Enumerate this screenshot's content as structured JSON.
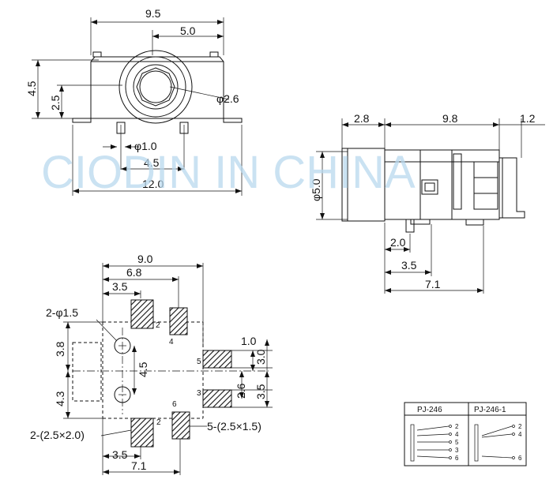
{
  "watermark": "CIODIN IN CHINA",
  "front_view": {
    "dims": [
      "9.5",
      "5.0",
      "4.5",
      "2.5",
      "φ2.6",
      "φ1.0",
      "4.5",
      "12.0"
    ]
  },
  "side_view": {
    "dims": [
      "2.8",
      "9.8",
      "1.2",
      "φ5.0",
      "2.0",
      "3.5",
      "7.1"
    ]
  },
  "pcb_layout": {
    "dims": [
      "9.0",
      "6.8",
      "3.5",
      "2-φ1.5",
      "3.8",
      "4.5",
      "4.3",
      "1.0",
      "3.0",
      "2.6",
      "3.5",
      "2-(2.5×2.0)",
      "5-(2.5×1.5)",
      "3.5",
      "7.1"
    ],
    "pin_labels": [
      "2",
      "4",
      "5",
      "3",
      "2",
      "6"
    ]
  },
  "schematic": {
    "models": [
      "PJ-246",
      "PJ-246-1"
    ],
    "left_pins": [
      "2",
      "4",
      "5",
      "3",
      "6"
    ],
    "right_pins": [
      "2",
      "4",
      "6"
    ]
  }
}
